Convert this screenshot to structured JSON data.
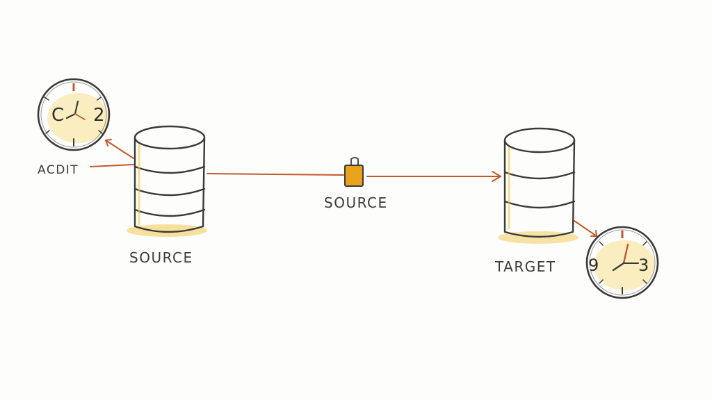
{
  "nodes": {
    "audit_label": "ACDIT",
    "source_db_label": "SOURCE",
    "middle_label": "SOURCE",
    "target_db_label": "TARGET"
  },
  "clock_left": {
    "left_num": "C",
    "right_num": "2"
  },
  "clock_right": {
    "left_num": "9",
    "right_num": "3"
  },
  "colors": {
    "arrow": "#c4582d",
    "highlight": "#f2c84b",
    "package": "#e8a21c",
    "ink": "#3a3a3a"
  }
}
